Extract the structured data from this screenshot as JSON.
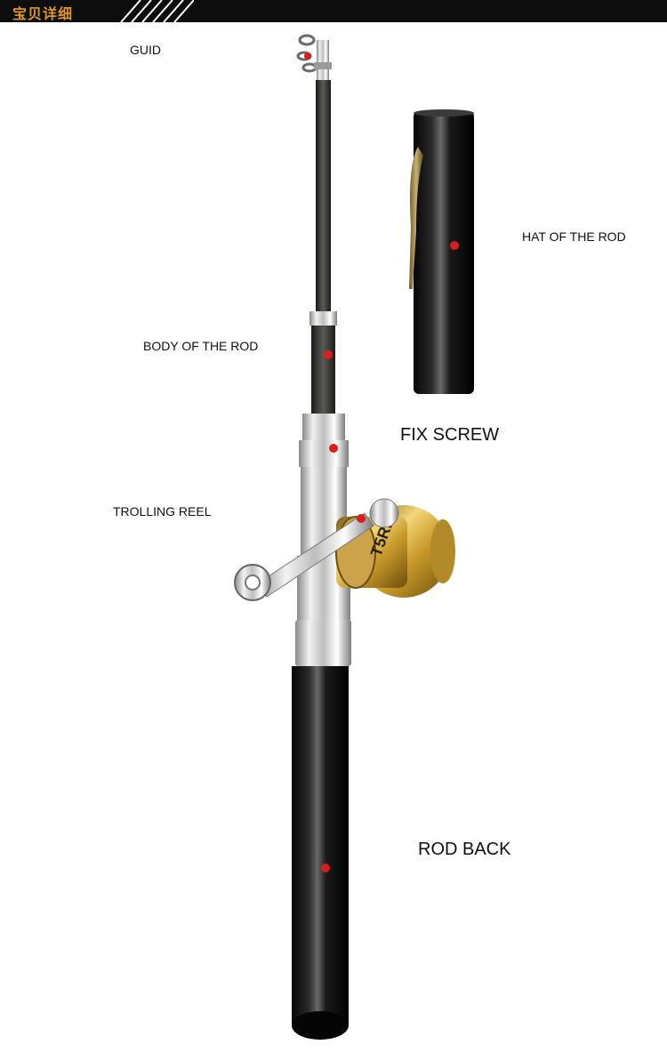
{
  "header": {
    "title": "宝贝详细"
  },
  "callouts": {
    "guid": "GUID",
    "hat": "HAT OF THE ROD",
    "body": "BODY OF THE ROD",
    "fix_screw": "FIX SCREW",
    "reel": "TROLLING REEL",
    "rod_back": "ROD BACK"
  },
  "reel_marking": "T5RL",
  "colors": {
    "accent_orange": "#e0962a",
    "callout_red": "#d81e1e",
    "header_bg": "#0d0d0d"
  }
}
